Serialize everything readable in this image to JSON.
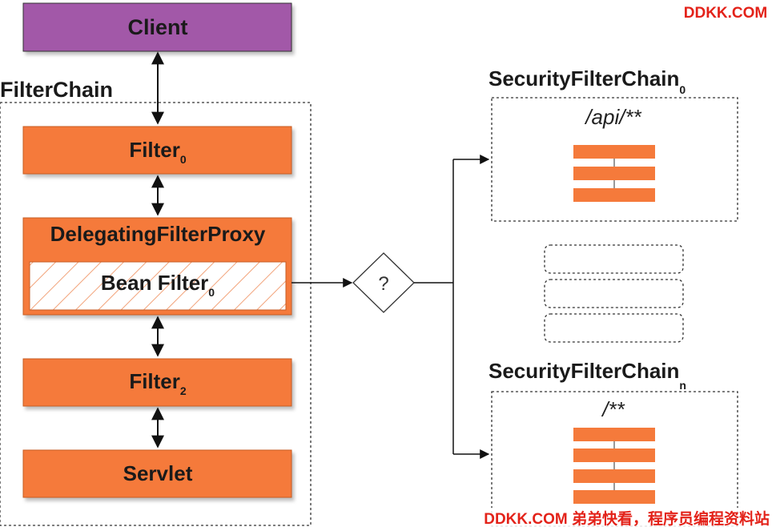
{
  "watermark_top": "DDKK.COM",
  "watermark_bottom": "DDKK.COM 弟弟快看，程序员编程资料站",
  "client": {
    "label": "Client"
  },
  "filter_chain": {
    "title": "FilterChain",
    "filter0": {
      "label": "Filter",
      "sub": "0"
    },
    "delegating_proxy": {
      "label": "DelegatingFilterProxy"
    },
    "bean_filter": {
      "label": "Bean Filter",
      "sub": "0"
    },
    "filter2": {
      "label": "Filter",
      "sub": "2"
    },
    "servlet": {
      "label": "Servlet"
    }
  },
  "decision": {
    "label": "?"
  },
  "chain0": {
    "title": "SecurityFilterChain",
    "sub": "0",
    "pattern": "/api/**"
  },
  "chainN": {
    "title": "SecurityFilterChain",
    "sub": "n",
    "pattern": "/**"
  },
  "colors": {
    "client_fill": "#a259a8",
    "filter_fill": "#f57a3b",
    "accent_text": "#e32219"
  }
}
